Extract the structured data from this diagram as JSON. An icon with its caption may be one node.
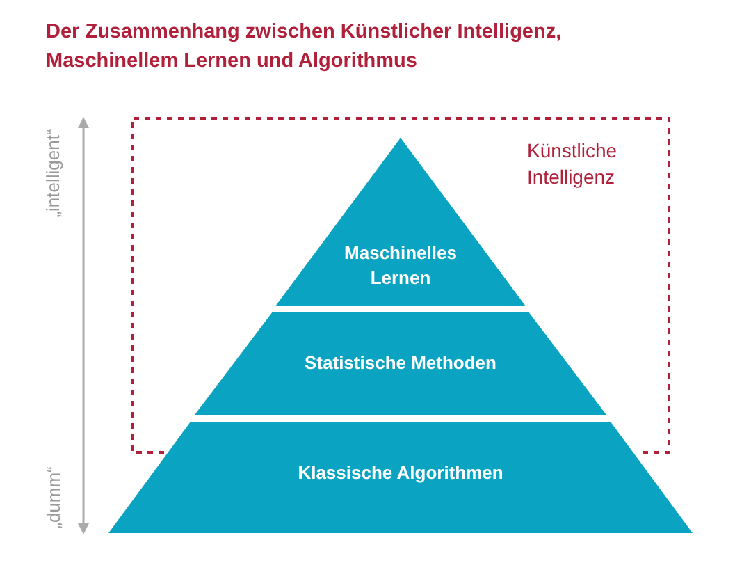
{
  "diagram": {
    "title": "Der Zusammenhang zwischen Künstlicher Intelligenz, Maschinellem Lernen und Algorithmus",
    "nodes": [
      {
        "text": [
          "Künstliche Intelligenz"
        ]
      },
      {
        "text": [
          "Maschinelles Lernen"
        ],
        "in": 0
      },
      {
        "text": [
          "Statistische Methoden"
        ],
        "in": 0
      },
      {
        "text": [
          "Klassische Algorithmen"
        ]
      }
    ],
    "labels": [
      "„intelligent“",
      "„dumm“"
    ]
  }
}
